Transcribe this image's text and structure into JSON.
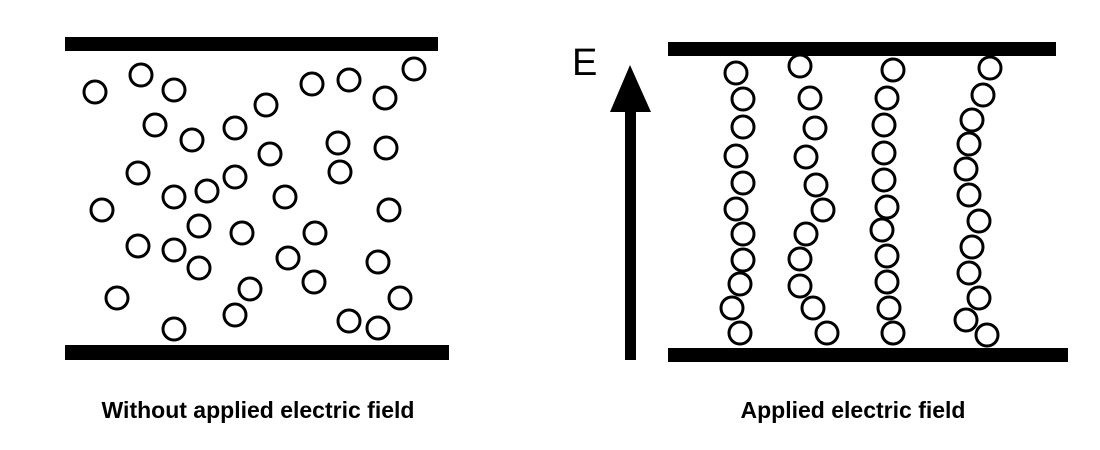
{
  "panels": {
    "left": {
      "caption": "Without applied electric field"
    },
    "right": {
      "caption": "Applied electric field",
      "field_symbol": "E"
    }
  },
  "colors": {
    "ink": "#000000",
    "particle_fill": "#ffffff"
  },
  "icons": {
    "field_arrow": "up-arrow-icon",
    "particle": "circle-particle"
  }
}
